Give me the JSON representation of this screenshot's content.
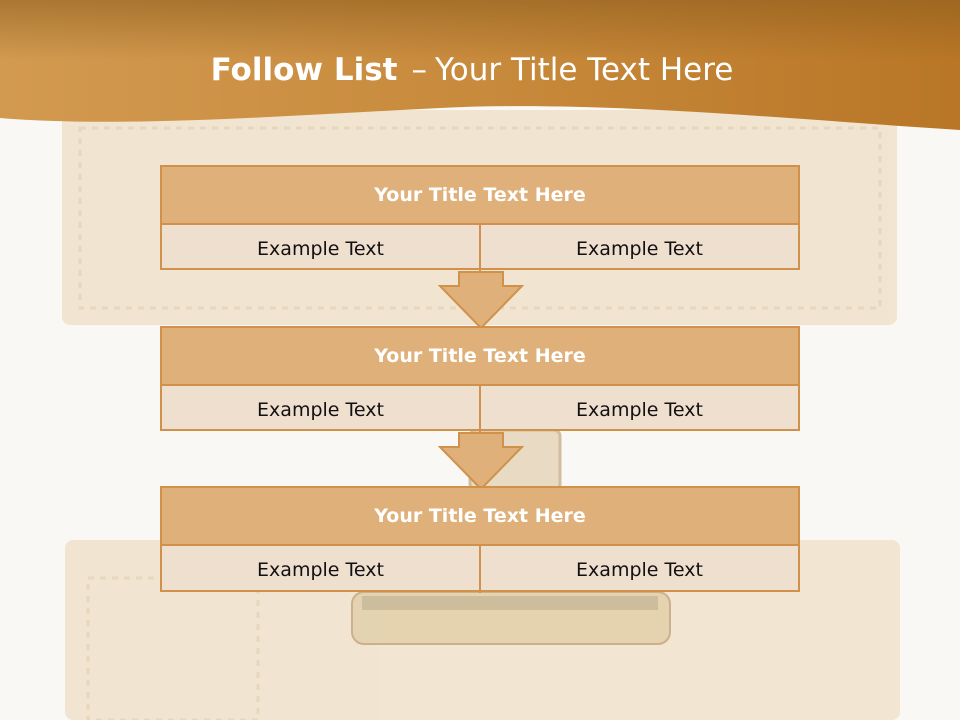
{
  "slide": {
    "title_bold": "Follow List",
    "title_dash": "–",
    "title_rest": "Your Title Text Here"
  },
  "steps": [
    {
      "title": "Your Title Text Here",
      "left": "Example Text",
      "right": "Example Text"
    },
    {
      "title": "Your Title Text Here",
      "left": "Example Text",
      "right": "Example Text"
    },
    {
      "title": "Your Title Text Here",
      "left": "Example Text",
      "right": "Example Text"
    }
  ],
  "colors": {
    "header_band": "#c98a35",
    "box_header": "#dfb07a",
    "box_body": "#efdfcf",
    "border": "#d0924a",
    "paper": "#efdfc6"
  },
  "icons": [
    "down-arrow-icon"
  ]
}
